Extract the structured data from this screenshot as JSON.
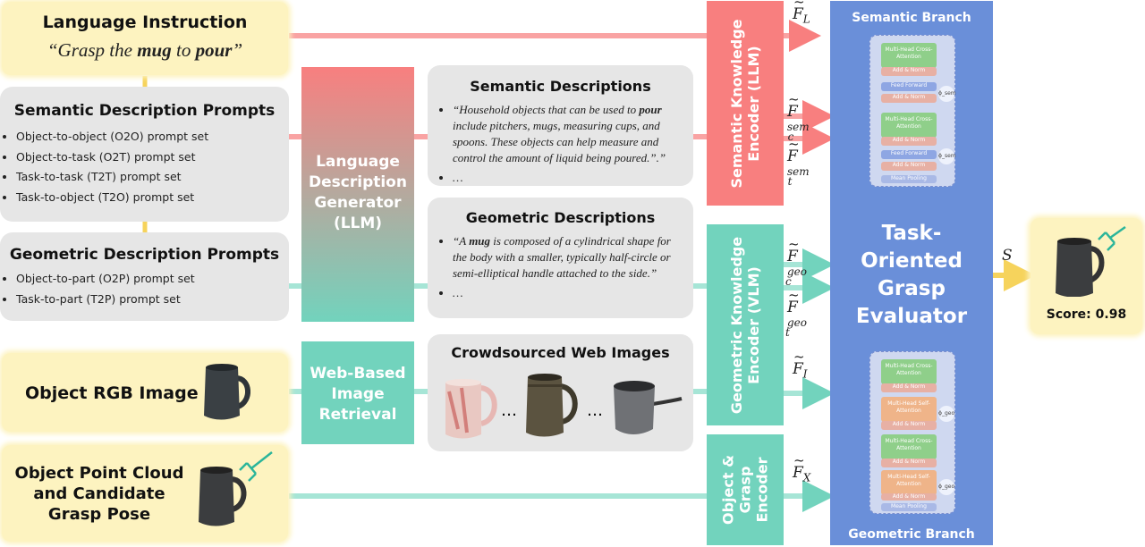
{
  "language_instruction": {
    "title": "Language Instruction",
    "text_prefix": "“Grasp the ",
    "text_obj": "mug",
    "text_mid": " to ",
    "text_task": "pour",
    "text_suffix": "”"
  },
  "semantic_prompts": {
    "title": "Semantic Description Prompts",
    "items": [
      "Object-to-object (O2O) prompt set",
      "Object-to-task (O2T) prompt set",
      "Task-to-task (T2T) prompt set",
      "Task-to-object (T2O) prompt set"
    ]
  },
  "geometric_prompts": {
    "title": "Geometric Description Prompts",
    "items": [
      "Object-to-part (O2P) prompt set",
      "Task-to-part (T2P) prompt set"
    ]
  },
  "object_rgb": {
    "title": "Object RGB Image"
  },
  "object_pc": {
    "title_lines": [
      "Object Point Cloud",
      "and Candidate",
      "Grasp Pose"
    ]
  },
  "ldg": {
    "lines": [
      "Language",
      "Description",
      "Generator",
      "(LLM)"
    ]
  },
  "web_retrieval": {
    "lines": [
      "Web-Based",
      "Image",
      "Retrieval"
    ]
  },
  "semantic_desc": {
    "title": "Semantic Descriptions",
    "quote_a": "“Household objects that can be used to ",
    "quote_bold": "pour",
    "quote_b": " include pitchers, mugs, measuring cups, and spoons. These objects can help measure and control the amount of liquid being poured.”.”",
    "ellipsis": "…"
  },
  "geometric_desc": {
    "title": "Geometric Descriptions",
    "quote_a": "“A ",
    "quote_bold": "mug",
    "quote_b": " is composed of a cylindrical shape for the body with a smaller, typically half-circle or semi-elliptical handle attached to the side.”",
    "ellipsis": "…"
  },
  "web_images": {
    "title": "Crowdsourced Web Images",
    "dots": "…"
  },
  "semantic_encoder": {
    "lines": [
      "Semantic Knowledge",
      "Encoder (LLM)"
    ]
  },
  "geometric_encoder": {
    "lines": [
      "Geometric Knowledge",
      "Encoder (VLM)"
    ]
  },
  "grasp_encoder": {
    "lines": [
      "Object &",
      "Grasp",
      "Encoder"
    ]
  },
  "features": {
    "F_L": {
      "base": "F",
      "sub": "L"
    },
    "F_c_sem": {
      "base": "F",
      "sub": "c",
      "sup": "sem"
    },
    "F_t_sem": {
      "base": "F",
      "sub": "t",
      "sup": "sem"
    },
    "F_c_geo": {
      "base": "F",
      "sub": "c",
      "sup": "geo"
    },
    "F_t_geo": {
      "base": "F",
      "sub": "t",
      "sup": "geo"
    },
    "F_I": {
      "base": "F",
      "sub": "I"
    },
    "F_X": {
      "base": "F",
      "sub": "X"
    }
  },
  "evaluator": {
    "semantic_branch": "Semantic Branch",
    "geometric_branch": "Geometric Branch",
    "title_lines": [
      "Task-",
      "Oriented",
      "Grasp",
      "Evaluator"
    ],
    "sem_blocks": [
      "Multi-Head Cross-Attention",
      "Add & Norm",
      "Feed Forward",
      "Add & Norm",
      "Multi-Head Cross-Attention",
      "Add & Norm",
      "Feed Forward",
      "Add & Norm",
      "Mean Pooling"
    ],
    "geo_blocks": [
      "Multi-Head Cross-Attention",
      "Add & Norm",
      "Multi-Head Self-Attention",
      "Add & Norm",
      "Multi-Head Cross-Attention",
      "Add & Norm",
      "Multi-Head Self-Attention",
      "Add & Norm",
      "Mean Pooling"
    ],
    "phi_sem": "ϕ_sem",
    "phi_geo": "ϕ_geo"
  },
  "output": {
    "symbol": "S",
    "score": "Score: 0.98"
  },
  "colors": {
    "semantic_red": "#f87f7f",
    "geometric_teal": "#72d3bd",
    "evaluator_blue": "#6a8fd9",
    "gray_box": "#e6e6e6",
    "yellow_box": "#fdf3c0"
  }
}
